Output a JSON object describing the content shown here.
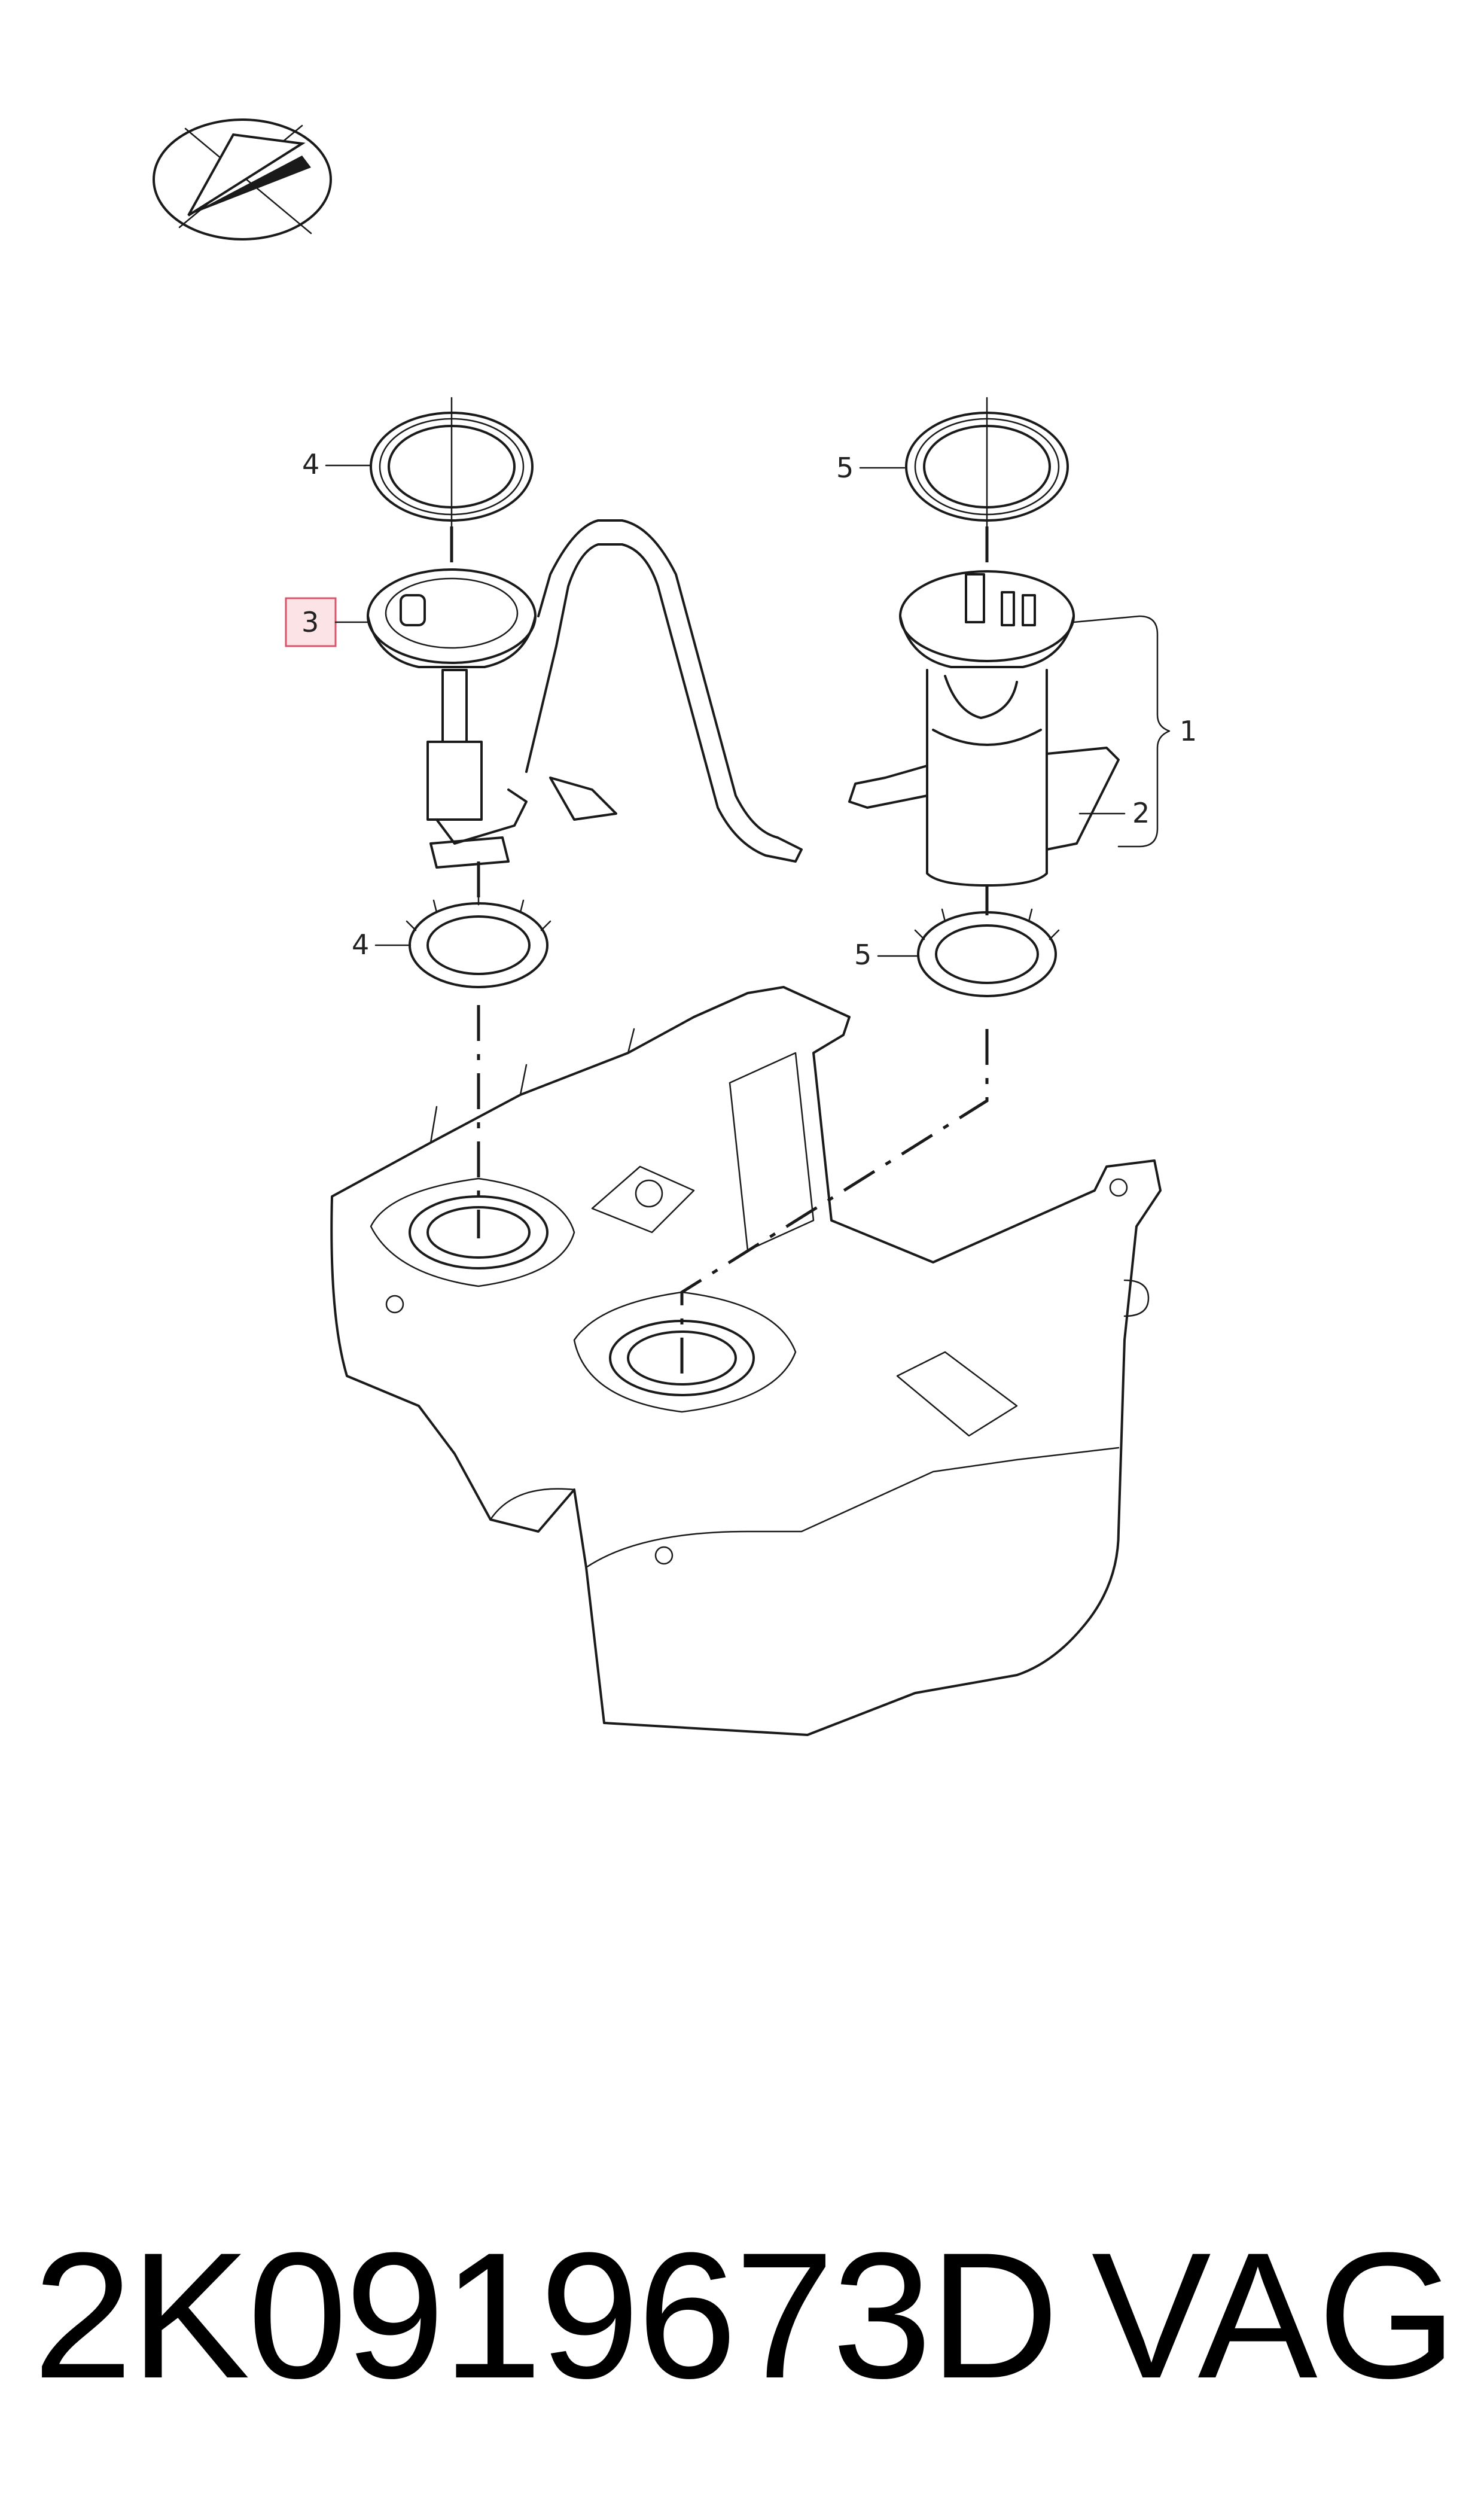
{
  "diagram": {
    "callouts": [
      {
        "id": "1",
        "text": "1"
      },
      {
        "id": "2",
        "text": "2"
      },
      {
        "id": "3",
        "text": "3",
        "highlighted": true
      },
      {
        "id": "4a",
        "text": "4"
      },
      {
        "id": "4b",
        "text": "4"
      },
      {
        "id": "5a",
        "text": "5"
      },
      {
        "id": "5b",
        "text": "5"
      }
    ],
    "highlight_color": "#d9536b"
  },
  "footer": {
    "part_number": "2K0919673D",
    "brand": "VAG"
  }
}
